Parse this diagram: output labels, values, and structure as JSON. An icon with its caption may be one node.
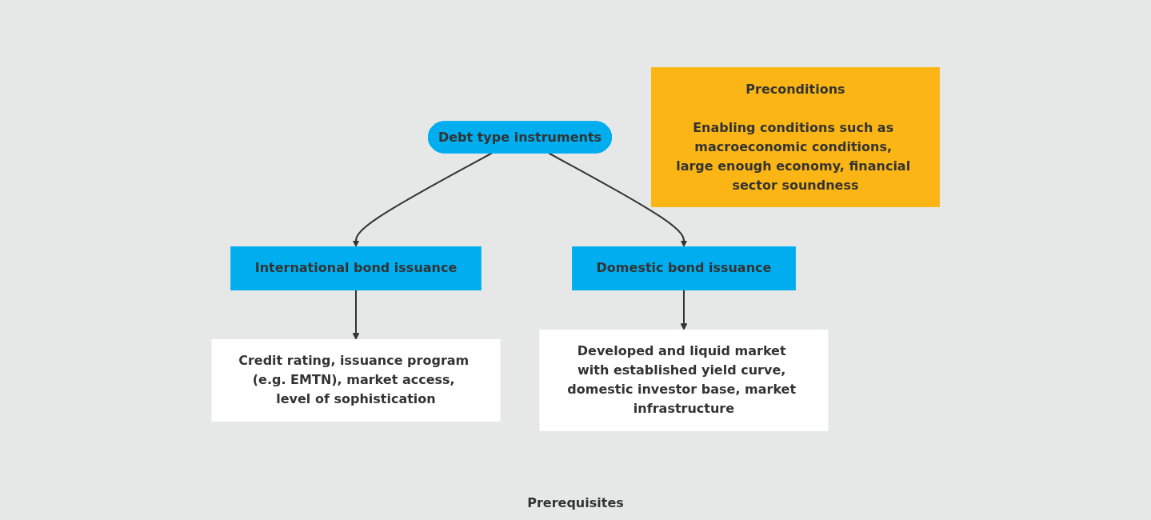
{
  "diagram": {
    "nodes": [
      {
        "text": [
          "Debt type instruments"
        ]
      },
      {
        "text": [
          "Preconditions",
          "Enabling conditions such as macroeconomic conditions, large enough economy, financial sector soundness"
        ]
      },
      {
        "text": [
          "International bond issuance"
        ]
      },
      {
        "text": [
          "Domestic bond issuance"
        ]
      },
      {
        "text": [
          "Credit rating, issuance program (e.g. EMTN), market access, level of sophistication"
        ]
      },
      {
        "text": [
          "Developed and liquid market with established yield curve, domestic investor base, market infrastructure"
        ]
      }
    ],
    "edges": [
      {
        "from": 0,
        "to": 2,
        "arrow": "to"
      },
      {
        "from": 0,
        "to": 3,
        "arrow": "to"
      },
      {
        "from": 2,
        "to": 4,
        "arrow": "to"
      },
      {
        "from": 3,
        "to": 5,
        "arrow": "to"
      }
    ],
    "labels": [
      "Prerequisites"
    ]
  }
}
